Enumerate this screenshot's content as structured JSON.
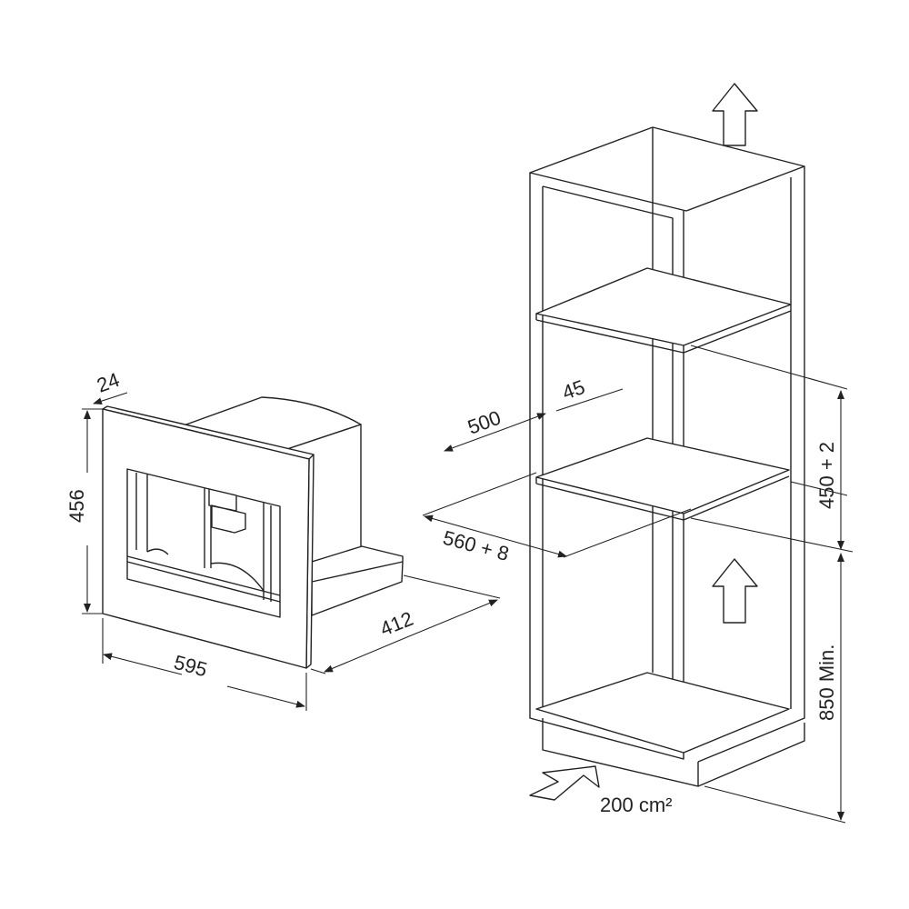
{
  "appliance_dimensions": {
    "height": "456",
    "frame_depth": "24",
    "width": "595",
    "depth": "412"
  },
  "cabinet_dimensions": {
    "niche_depth": "500",
    "gap": "45",
    "niche_width": "560 + 8",
    "niche_height": "450 + 2",
    "floor_height": "850 Min.",
    "ventilation_area": "200 cm²"
  },
  "colors": {
    "line": "#222222",
    "background": "#ffffff"
  }
}
